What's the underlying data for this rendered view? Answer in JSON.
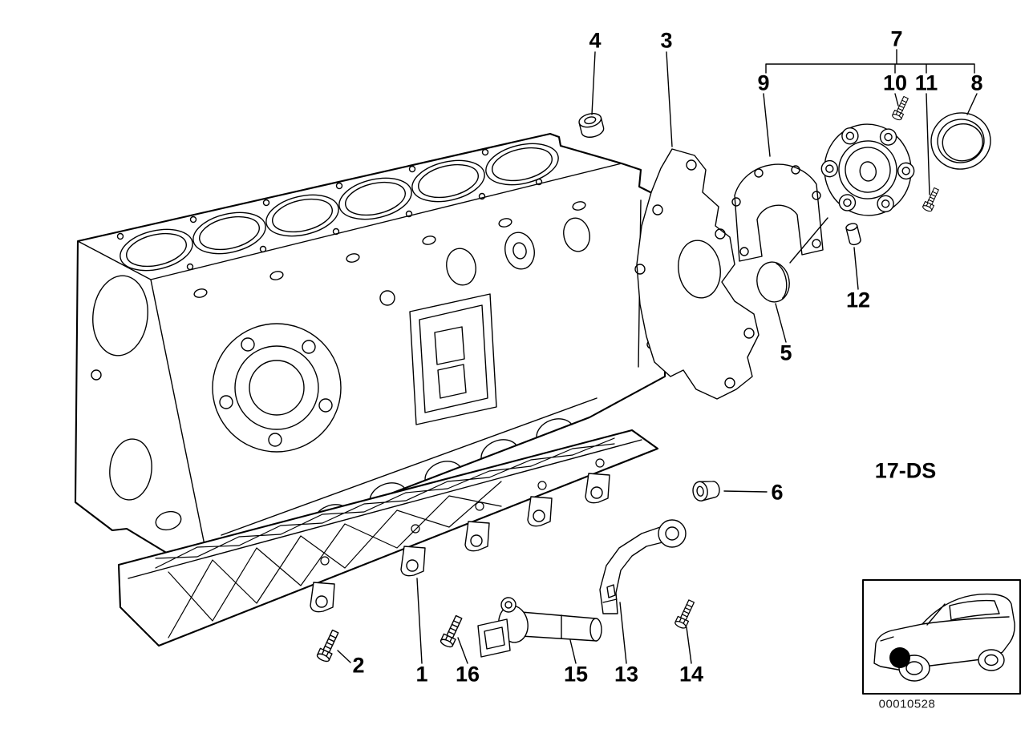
{
  "diagram": {
    "section_code": "17-DS",
    "image_number": "00010528",
    "colors": {
      "line": "#000000",
      "background": "#ffffff"
    },
    "callouts": [
      {
        "label": "4"
      },
      {
        "label": "3"
      },
      {
        "label": "7"
      },
      {
        "label": "9"
      },
      {
        "label": "10"
      },
      {
        "label": "11"
      },
      {
        "label": "8"
      },
      {
        "label": "12"
      },
      {
        "label": "5"
      },
      {
        "label": "6"
      },
      {
        "label": "2"
      },
      {
        "label": "1"
      },
      {
        "label": "16"
      },
      {
        "label": "15"
      },
      {
        "label": "13"
      },
      {
        "label": "14"
      }
    ]
  }
}
